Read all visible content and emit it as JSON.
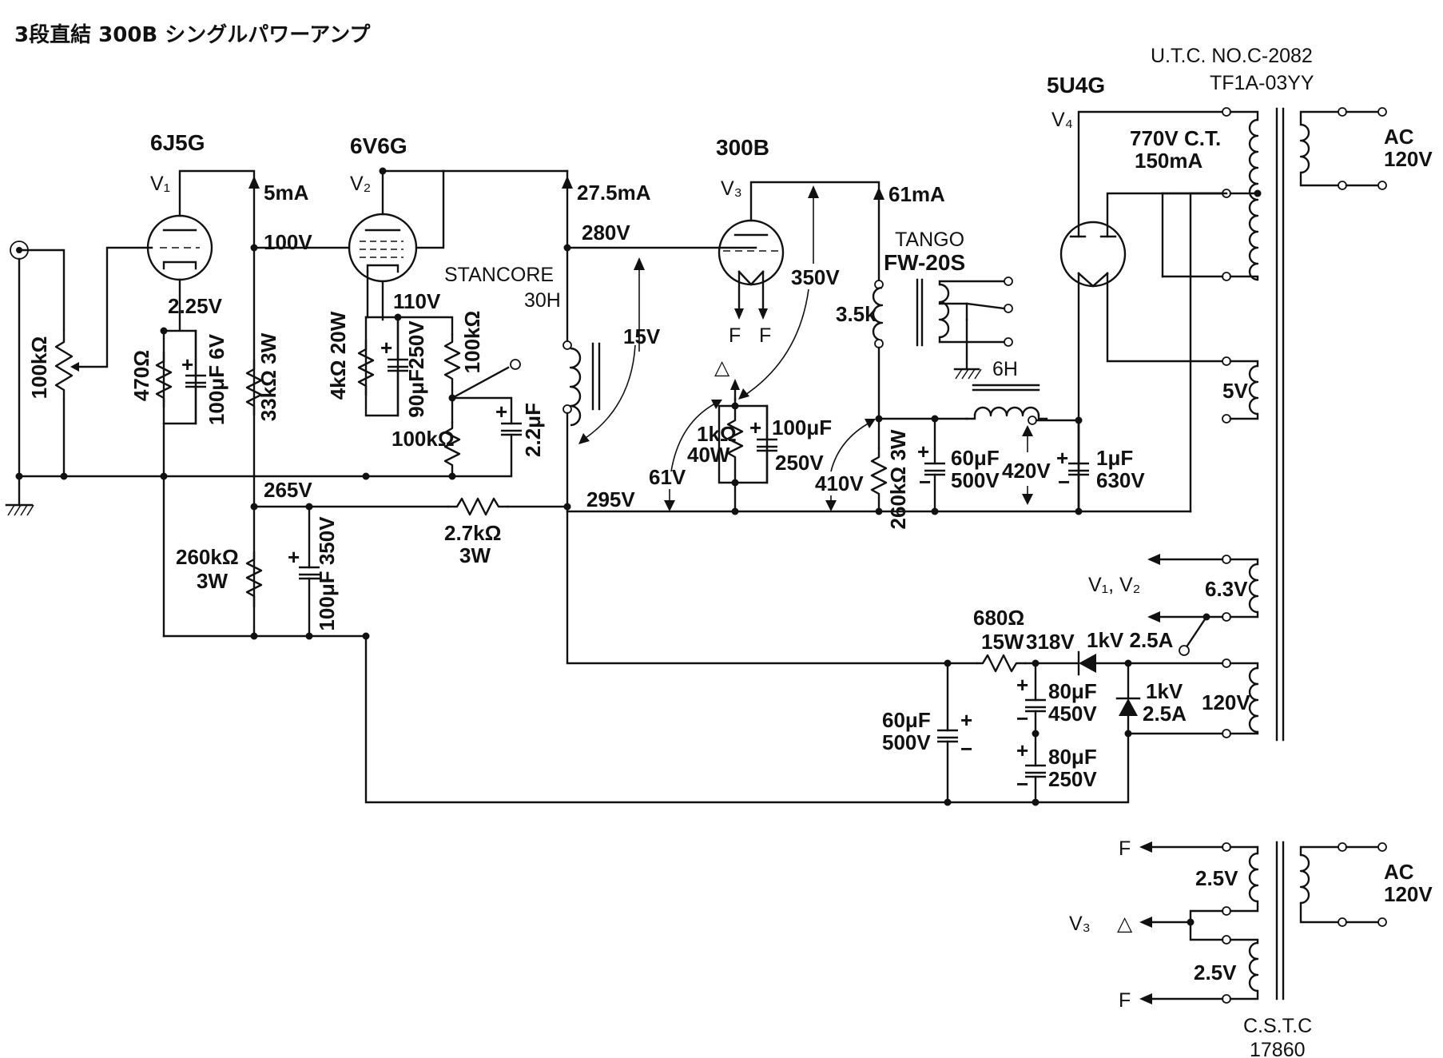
{
  "title": "3段直結 300B シングルパワーアンプ",
  "tubes": {
    "v1": {
      "type": "6J5G",
      "ref": "V₁"
    },
    "v2": {
      "type": "6V6G",
      "ref": "V₂"
    },
    "v3": {
      "type": "300B",
      "ref": "V₃"
    },
    "v4": {
      "type": "5U4G",
      "ref": "V₄"
    }
  },
  "power_transformer": {
    "maker": "U.T.C. NO.C-2082",
    "model": "TF1A-03YY",
    "hv": "770V C.T.",
    "hv_current": "150mA",
    "rect_heater": "5V",
    "heater": "6.3V",
    "bias_winding": "120V",
    "ac_in": [
      "AC",
      "120V"
    ]
  },
  "filament_transformer": {
    "maker": "C.S.T.C",
    "model": "17860",
    "sec1": "2.5V",
    "sec2": "2.5V",
    "ac_in": [
      "AC",
      "120V"
    ],
    "F_top": "F",
    "F_bottom": "F",
    "v3_label": "V₃",
    "ct_mark": "△"
  },
  "output_transformer": {
    "maker": "TANGO",
    "model": "FW-20S",
    "primary": "3.5k"
  },
  "choke_stancore": {
    "maker": "STANCORE",
    "value": "30H"
  },
  "choke_6h": "6H",
  "currents": {
    "v1": "5mA",
    "v2": "27.5mA",
    "v3": "61mA"
  },
  "voltages": {
    "v1_plate": "100V",
    "v1_cathode": "2.25V",
    "v2_cathode": "110V",
    "v2_plate": "280V",
    "v3_plate": "350V",
    "v2_drop": "15V",
    "b_265": "265V",
    "b_295": "295V",
    "v3_bias": "61V",
    "b_410": "410V",
    "b_420": "420V",
    "bias_318": "318V"
  },
  "components": {
    "vol": "100kΩ",
    "rk1": "470Ω",
    "ck1": "100μF 6V",
    "rl1": "33kΩ 3W",
    "rk2": "4kΩ 20W",
    "ck2": "90μF250V",
    "r100k_a": "100kΩ",
    "r100k_b": "100kΩ",
    "c22": "2.2μF",
    "r260k_a": [
      "260kΩ",
      "3W"
    ],
    "c100_350": "100μF 350V",
    "r27k": [
      "2.7kΩ",
      "3W"
    ],
    "rk3": [
      "1kΩ",
      "40W"
    ],
    "ck3": [
      "100μF",
      "250V"
    ],
    "r260k_b": "260kΩ 3W",
    "c60_500": [
      "60μF",
      "500V"
    ],
    "c1_630": [
      "1μF",
      "630V"
    ],
    "r680": [
      "680Ω",
      "15W"
    ],
    "d1": "1kV 2.5A",
    "d2": [
      "1kV",
      "2.5A"
    ],
    "c80_450": [
      "80μF",
      "450V"
    ],
    "c80_250": [
      "80μF",
      "250V"
    ],
    "c60_500b": [
      "60μF",
      "500V"
    ]
  },
  "misc": {
    "F1": "F",
    "F2": "F",
    "tri": "△",
    "heater_label": "V₁, V₂"
  }
}
